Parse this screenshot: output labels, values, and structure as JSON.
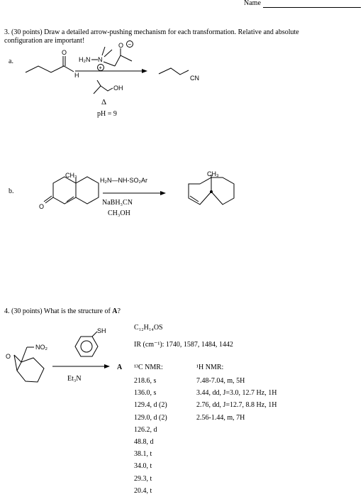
{
  "header": {
    "name_label": "Name"
  },
  "q3": {
    "heading": "3.  (30 points) Draw a detailed arrow-pushing mechanism for each transformation. Relative and absolute",
    "heading_line2": "configuration are important!",
    "part_a": {
      "label": "a.",
      "reactant_atoms": {
        "carbonyl_O": "O",
        "aldehyde_H": "H"
      },
      "reagent_atoms": {
        "amine": "H₂N",
        "nitrogen": "N",
        "plus": "+",
        "oxide_O": "O",
        "minus": "−",
        "alcohol": "OH"
      },
      "conditions": {
        "heat": "Δ",
        "ph": "pH = 9"
      },
      "product_label": "CN"
    },
    "part_b": {
      "label": "b.",
      "reactant_atoms": {
        "methyl": "CH₃",
        "ketone_O": "O"
      },
      "reagents": {
        "top": "H₂N—NH-SO₂Ar",
        "line1": "NaBH₃CN",
        "line2": "CH₃OH"
      },
      "product_atoms": {
        "methyl": "CH₃"
      }
    }
  },
  "q4": {
    "heading_prefix": "4.  (30 points)   What is the structure of ",
    "heading_bold": "A",
    "heading_suffix": "?",
    "reactant_atoms": {
      "epoxide_O": "O",
      "nitro": "NO₂"
    },
    "reagent_atoms": {
      "thiol": "SH",
      "base": "Et₃N"
    },
    "product_label": "A",
    "formula": "C₁₂H₁₄OS",
    "ir": "IR (cm⁻¹): 1740, 1587, 1484, 1442",
    "c13_header": "¹³C NMR:",
    "c13_peaks": [
      "218.6, s",
      "136.0, s",
      "129.4, d (2)",
      "129.0, d (2)",
      "126.2, d",
      "48.8, d",
      "38.1, t",
      "34.0, t",
      "29.3, t",
      "20.4, t"
    ],
    "h1_header": "¹H NMR:",
    "h1_peaks": [
      "7.48-7.04, m, 5H",
      "3.44, dd, J=3.0, 12.7 Hz, 1H",
      "2.76, dd, J=12.7, 8.8 Hz, 1H",
      "2.56-1.44, m, 7H"
    ]
  }
}
